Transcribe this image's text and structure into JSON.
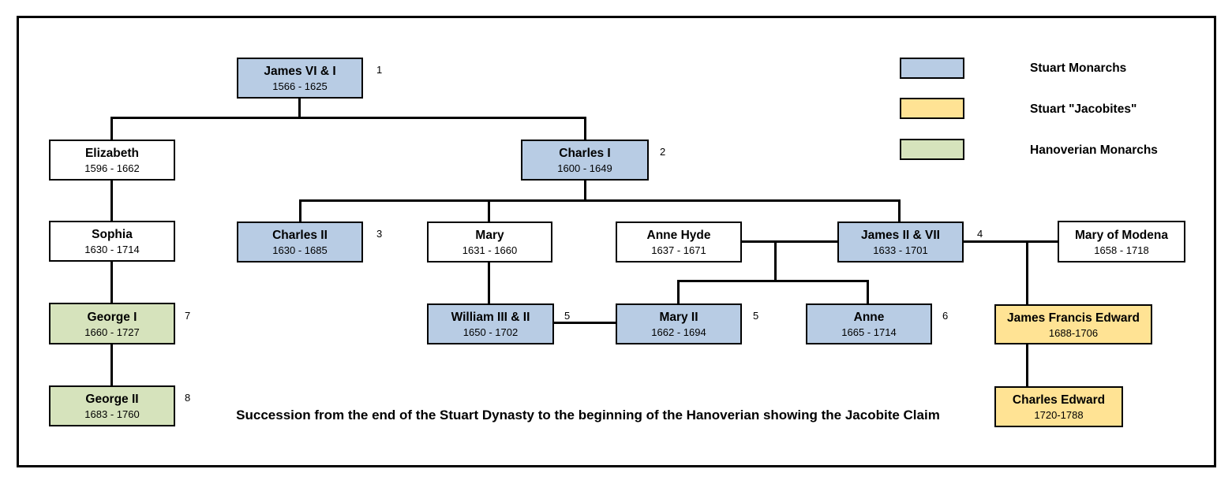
{
  "colors": {
    "stuart_monarch": "#b8cce4",
    "jacobite": "#ffe394",
    "hanoverian": "#d6e3bc",
    "non_monarch": "#ffffff"
  },
  "legend": {
    "items": [
      {
        "label": "Stuart Monarchs"
      },
      {
        "label": "Stuart \"Jacobites\""
      },
      {
        "label": "Hanoverian Monarchs"
      }
    ]
  },
  "caption": "Succession from the end of the Stuart Dynasty to the beginning of the Hanoverian showing the Jacobite Claim",
  "persons": {
    "james_vi_i": {
      "name": "James VI & I",
      "dates": "1566 - 1625",
      "number": "1"
    },
    "elizabeth": {
      "name": "Elizabeth",
      "dates": "1596 - 1662"
    },
    "charles_i": {
      "name": "Charles I",
      "dates": "1600 - 1649",
      "number": "2"
    },
    "sophia": {
      "name": "Sophia",
      "dates": "1630 - 1714"
    },
    "charles_ii": {
      "name": "Charles II",
      "dates": "1630 - 1685",
      "number": "3"
    },
    "mary": {
      "name": "Mary",
      "dates": "1631 - 1660"
    },
    "anne_hyde": {
      "name": "Anne Hyde",
      "dates": "1637 - 1671"
    },
    "james_ii_vii": {
      "name": "James II & VII",
      "dates": "1633 - 1701",
      "number": "4"
    },
    "mary_of_modena": {
      "name": "Mary of Modena",
      "dates": "1658 - 1718"
    },
    "george_i": {
      "name": "George I",
      "dates": "1660 - 1727",
      "number": "7"
    },
    "william_iii_ii": {
      "name": "William III & II",
      "dates": "1650 - 1702",
      "number": "5"
    },
    "mary_ii": {
      "name": "Mary II",
      "dates": "1662 - 1694",
      "number": "5"
    },
    "anne": {
      "name": "Anne",
      "dates": "1665 - 1714",
      "number": "6"
    },
    "james_francis_edward": {
      "name": "James Francis Edward",
      "dates": "1688-1706"
    },
    "george_ii": {
      "name": "George II",
      "dates": "1683 - 1760",
      "number": "8"
    },
    "charles_edward": {
      "name": "Charles Edward",
      "dates": "1720-1788"
    }
  }
}
